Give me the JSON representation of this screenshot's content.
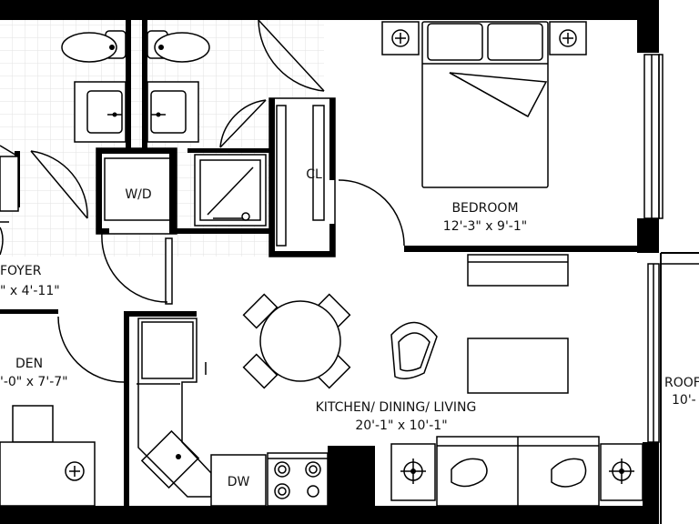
{
  "rooms": {
    "foyer": {
      "name": "FOYER",
      "dims": "\" x 4'-11\""
    },
    "den": {
      "name": "DEN",
      "dims": "'-0\" x 7'-7\""
    },
    "bedroom": {
      "name": "BEDROOM",
      "dims": "12'-3\" x 9'-1\""
    },
    "kitchen": {
      "name": "KITCHEN/ DINING/ LIVING",
      "dims": "20'-1\" x 10'-1\""
    },
    "roof": {
      "name": "ROOF",
      "dims": "10'-"
    }
  },
  "fixtures": {
    "washer_dryer": "W/D",
    "closet": "CL",
    "dishwasher": "DW"
  },
  "colors": {
    "wall": "#000000",
    "tile": "#e2e2e2"
  }
}
